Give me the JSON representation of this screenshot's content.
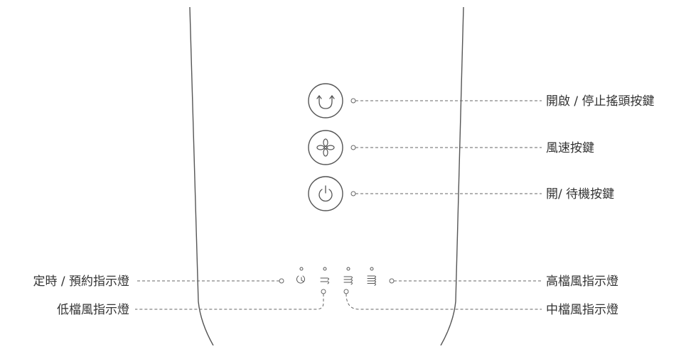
{
  "colors": {
    "stroke": "#555555",
    "leader": "#666666",
    "text": "#333333",
    "background": "#ffffff"
  },
  "buttons": [
    {
      "key": "oscillation",
      "icon": "oscillation-icon",
      "label": "開啟 / 停止搖頭按鍵"
    },
    {
      "key": "speed",
      "icon": "fan-icon",
      "label": "風速按鍵"
    },
    {
      "key": "power",
      "icon": "power-icon",
      "label": "開/ 待機按鍵"
    }
  ],
  "indicators": {
    "timer": {
      "icon": "timer-icon",
      "label": "定時 / 預約指示燈"
    },
    "low": {
      "icon": "wind-low-icon",
      "label": "低檔風指示燈"
    },
    "mid": {
      "icon": "wind-mid-icon",
      "label": "中檔風指示燈"
    },
    "high": {
      "icon": "wind-high-icon",
      "label": "高檔風指示燈"
    }
  }
}
